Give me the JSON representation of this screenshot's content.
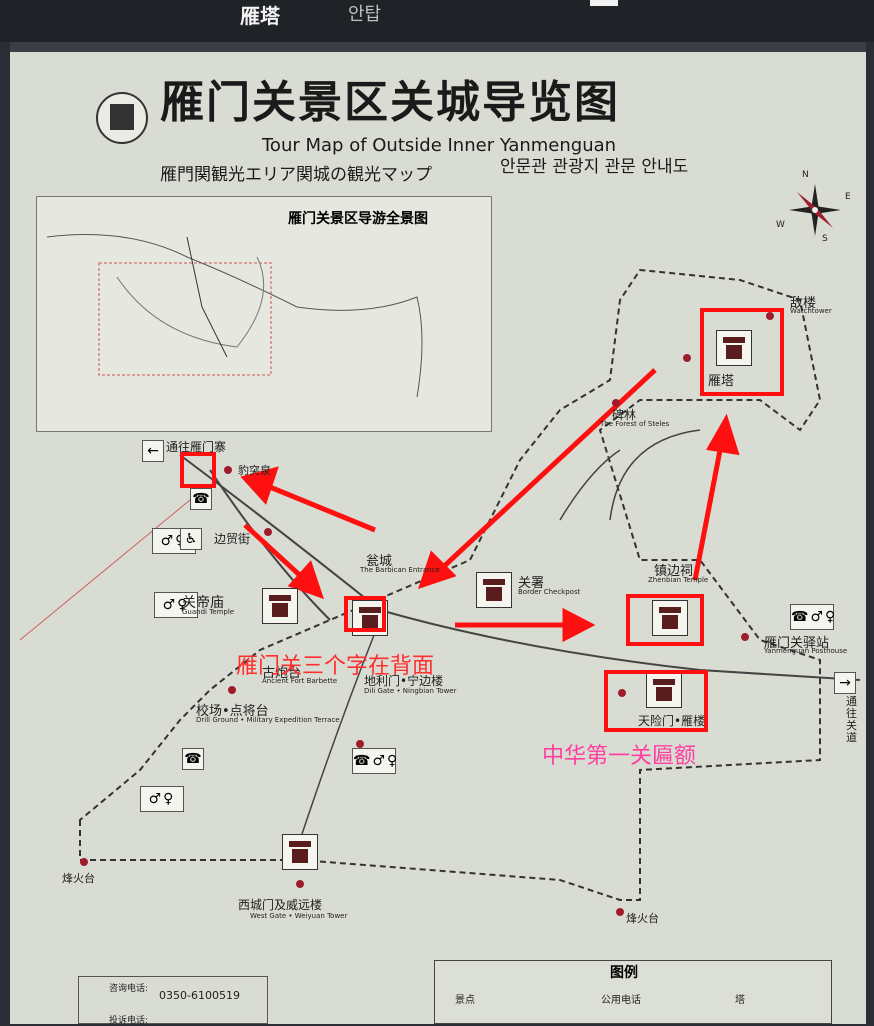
{
  "topbar": {
    "left_tab": "雁塔",
    "right_tab": "안탑"
  },
  "header": {
    "title_cn": "雁门关景区关城导览图",
    "title_en": "Tour Map of Outside Inner Yanmenguan",
    "title_jp": "雁門関観光エリア関城の観光マップ",
    "title_kr": "안문관 관광지 관문  안내도"
  },
  "compass": {
    "n": "N",
    "e": "E",
    "s": "S",
    "w": "W"
  },
  "minimap": {
    "title": "雁门关景区导游全景图"
  },
  "labels": {
    "to_yanmenzhai": "通往雁门寨",
    "baotuquan": "豹突泉",
    "biangmaojie": "边贸街",
    "guandimiao": "关帝庙",
    "guandimiao_en": "Guandi Temple",
    "gupaotai": "古炮台",
    "gupaotai_en": "Ancient Fort Barbette",
    "wengcheng": "瓮城",
    "wengcheng_en": "The Barbican Entrance",
    "guanshu": "关署",
    "guanshu_en": "Border Checkpost",
    "beilin": "碑林",
    "beilin_en": "The Forest of Steles",
    "yanta": "雁塔",
    "dilou": "敌楼",
    "dilou_en": "Watchtower",
    "zhenbiancí": "镇边祠",
    "zhenbianci_en": "Zhenbian Temple",
    "yizhan": "雁门关驿站",
    "yizhan_en": "Yanmenguan Posthouse",
    "tianxianmen": "天险门•雁楼",
    "dilimen": "地利门•宁边楼",
    "dilimen_en": "Dili Gate • Ningbian Tower",
    "jiaochang": "校场•点将台",
    "jiaochang_en": "Drill Ground • Military Expedition Terrace",
    "xichengmen": "西城门及威远楼",
    "xichengmen_en": "West Gate • Weiyuan Tower",
    "fenghuotai_left": "烽火台",
    "fenghuotai_right": "烽火台",
    "to_guandao": "通往关道"
  },
  "annotations": {
    "red_note": "雁门关三个字在背面",
    "pink_note": "中华第一关匾额"
  },
  "legend": {
    "title": "图例",
    "scenic": "景点",
    "phone": "公用电话",
    "tower": "塔"
  },
  "contact": {
    "label": "咨询电话:",
    "phone": "0350-6100519",
    "complaint": "投诉电话:"
  },
  "colors": {
    "annotation_red": "#ff1010",
    "pink": "#ff3fa0",
    "board": "#d9dcd2"
  }
}
